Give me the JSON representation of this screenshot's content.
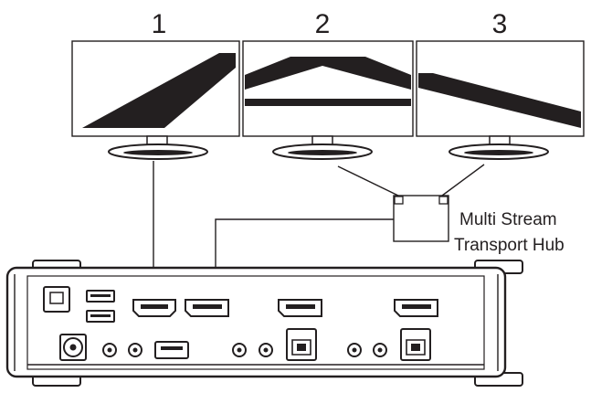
{
  "monitors": [
    {
      "number": "1"
    },
    {
      "number": "2"
    },
    {
      "number": "3"
    }
  ],
  "hub": {
    "line1": "Multi Stream",
    "line2": "Transport Hub"
  },
  "colors": {
    "ink": "#231f20",
    "panel": "#ffffff"
  }
}
